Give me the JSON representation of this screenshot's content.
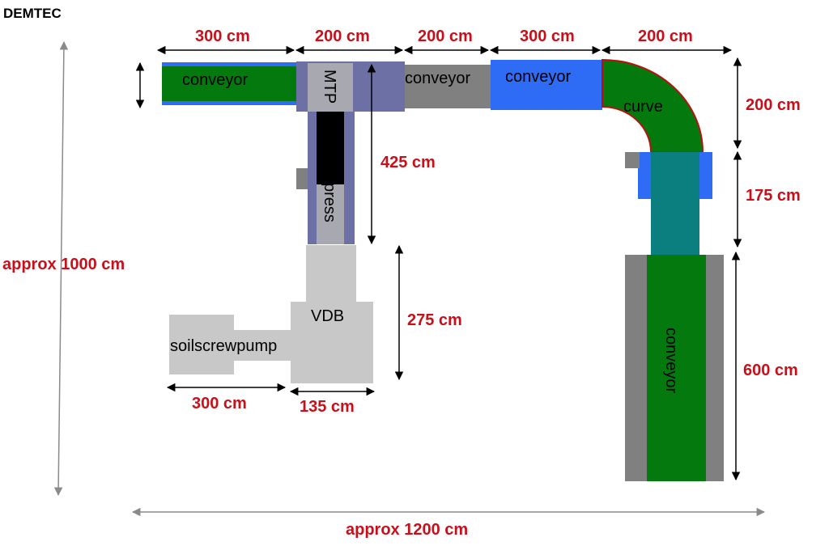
{
  "brand": "DEMTEC",
  "colors": {
    "conveyor_green": "#047a0e",
    "conveyor_blue": "#2f6cf6",
    "belt_gray": "#808080",
    "mtp_slate": "#6c70a4",
    "light_gray": "#c8c8c8",
    "press_black": "#000000",
    "teal": "#0b7f7f",
    "curve_edge": "#b8100e",
    "dimension_red": "#c8101b",
    "arrow_gray": "#8a8a8a"
  },
  "components": {
    "conveyor_left": "conveyor",
    "mtp": "MTP",
    "press": "press",
    "conveyor_mid": "conveyor",
    "conveyor_blue": "conveyor",
    "curve": "curve",
    "conveyor_right": "conveyor",
    "vdb": "VDB",
    "soilscrewpump": "soilscrewpump"
  },
  "dimensions": {
    "top_1": "300 cm",
    "top_2": "200 cm",
    "top_3": "200 cm",
    "top_4": "300 cm",
    "top_5": "200 cm",
    "press_length": "425 cm",
    "vdb_height": "275 cm",
    "pump_width": "300 cm",
    "vdb_width": "135 cm",
    "right_1": "200 cm",
    "right_2": "175 cm",
    "right_3": "600 cm",
    "total_height": "approx 1000 cm",
    "total_width": "approx 1200 cm"
  }
}
